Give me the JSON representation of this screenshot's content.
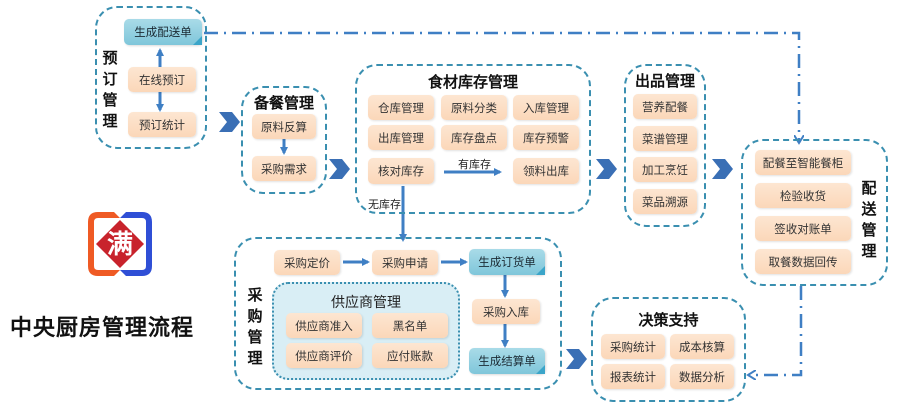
{
  "title": "中央厨房管理流程",
  "logo": {
    "icon": "man-logo-icon",
    "char": "满",
    "colors": {
      "left": "#ef5a24",
      "right": "#2f4fd6",
      "diamond": "#c8232c"
    }
  },
  "colors": {
    "group_border": "#3a8fb0",
    "item_fill": "#fbdcc0",
    "doc_fill": "#8fcde0",
    "arrow": "#3f7fc4",
    "chevron": "#3a6fb5"
  },
  "groups": {
    "booking": {
      "title": "预订管理",
      "items": [
        "生成配送单",
        "在线预订",
        "预订统计"
      ]
    },
    "prep": {
      "title": "备餐管理",
      "items": [
        "原料反算",
        "采购需求"
      ]
    },
    "inventory": {
      "title": "食材库存管理",
      "items": [
        "仓库管理",
        "原料分类",
        "入库管理",
        "出库管理",
        "库存盘点",
        "库存预警",
        "核对库存",
        "领料出库"
      ],
      "edge_labels": {
        "in_stock": "有库存",
        "out_of_stock": "无库存"
      }
    },
    "output": {
      "title": "出品管理",
      "items": [
        "营养配餐",
        "菜谱管理",
        "加工烹饪",
        "菜品溯源"
      ]
    },
    "delivery": {
      "title": "配送管理",
      "items": [
        "配餐至智能餐柜",
        "检验收货",
        "签收对账单",
        "取餐数据回传"
      ]
    },
    "purchase": {
      "title": "采购管理",
      "items": [
        "采购定价",
        "采购申请",
        "生成订货单",
        "采购入库",
        "生成结算单"
      ],
      "supplier": {
        "title": "供应商管理",
        "items": [
          "供应商准入",
          "黑名单",
          "供应商评价",
          "应付账款"
        ]
      }
    },
    "decision": {
      "title": "决策支持",
      "items": [
        "采购统计",
        "成本核算",
        "报表统计",
        "数据分析"
      ]
    }
  }
}
